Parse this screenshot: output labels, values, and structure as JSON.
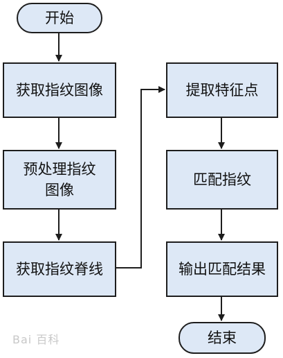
{
  "nodes": {
    "start": "开始",
    "get_image": "获取指纹图像",
    "preprocess": "预处理指纹\n图像",
    "get_ridge": "获取指纹脊线",
    "extract": "提取特征点",
    "match": "匹配指纹",
    "output": "输出匹配结果",
    "end": "结束"
  },
  "watermark": "Bai 百科",
  "colors": {
    "box_fill": "#dde8f6",
    "stroke": "#1d1d1d",
    "watermark": "#c8c8c8"
  }
}
